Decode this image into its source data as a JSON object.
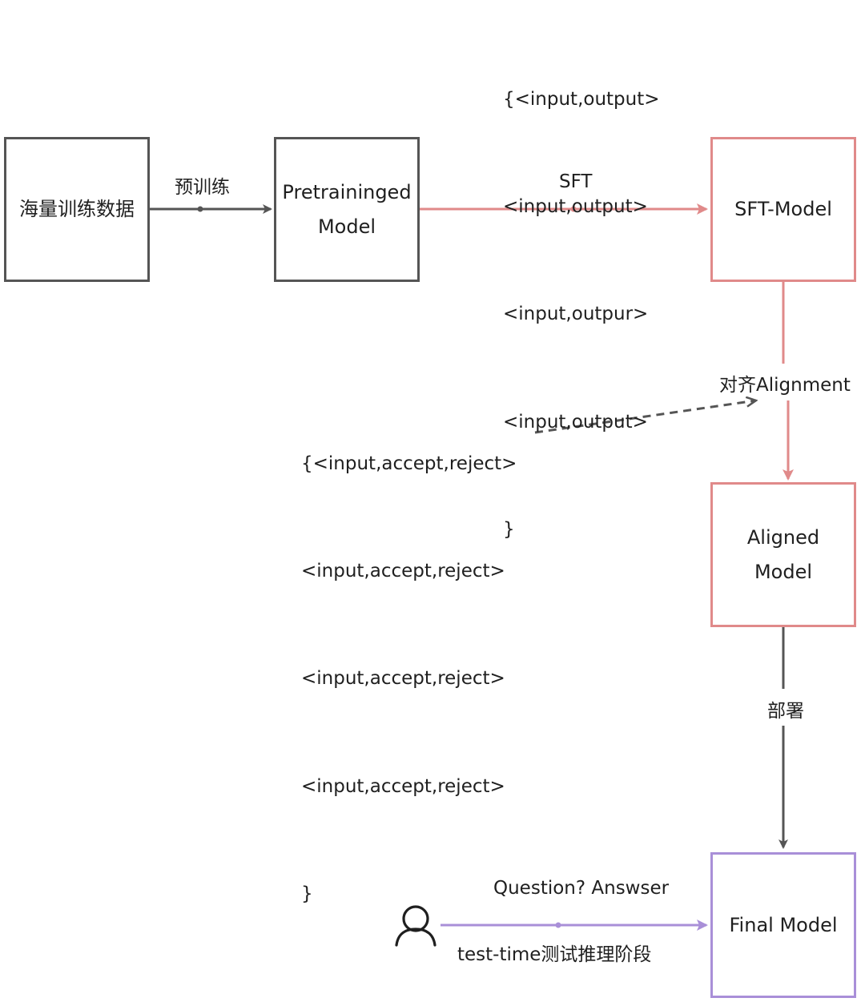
{
  "nodes": {
    "raw_data": "海量训练数据",
    "pretrained": [
      "Pretraininged",
      "Model"
    ],
    "sft_model": "SFT-Model",
    "aligned": [
      "Aligned",
      "Model"
    ],
    "final": "Final Model"
  },
  "edges": {
    "pretrain": "预训练",
    "sft": "SFT",
    "alignment": "对齐Alignment",
    "deploy": "部署",
    "question": "Question? Answser",
    "test_time": "test-time测试推理阶段"
  },
  "sft_examples": [
    "{<input,output>",
    "<input,output>",
    "<input,outpur>",
    "<input,output>",
    "}"
  ],
  "pref_examples": [
    "{<input,accept,reject>",
    "<input,accept,reject>",
    "<input,accept,reject>",
    "<input,accept,reject>",
    "}"
  ],
  "icons": {
    "user": "user-icon"
  },
  "colors": {
    "gray": "#555555",
    "red": "#e08a8a",
    "purple": "#a98fd8"
  }
}
